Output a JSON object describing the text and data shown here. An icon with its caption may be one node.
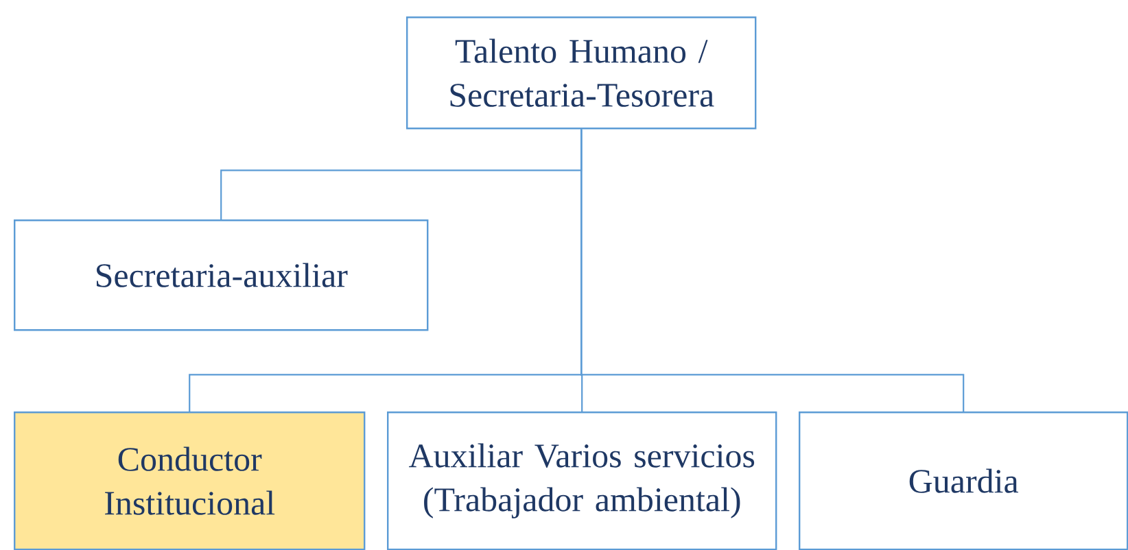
{
  "diagram": {
    "nodes": [
      {
        "text": [
          "Talento Humano / Secretaria-Tesorera"
        ]
      },
      {
        "text": [
          "Secretaria-auxiliar"
        ]
      },
      {
        "text": [
          "Conductor Institucional"
        ]
      },
      {
        "text": [
          "Auxiliar Varios servicios (Trabajador ambiental)"
        ]
      },
      {
        "text": [
          "Guardia"
        ]
      }
    ],
    "edges": [
      {
        "from": 0,
        "to": 1,
        "arrow": "none"
      },
      {
        "from": 0,
        "to": 2,
        "arrow": "none"
      },
      {
        "from": 0,
        "to": 3,
        "arrow": "none"
      },
      {
        "from": 0,
        "to": 4,
        "arrow": "none"
      }
    ]
  }
}
